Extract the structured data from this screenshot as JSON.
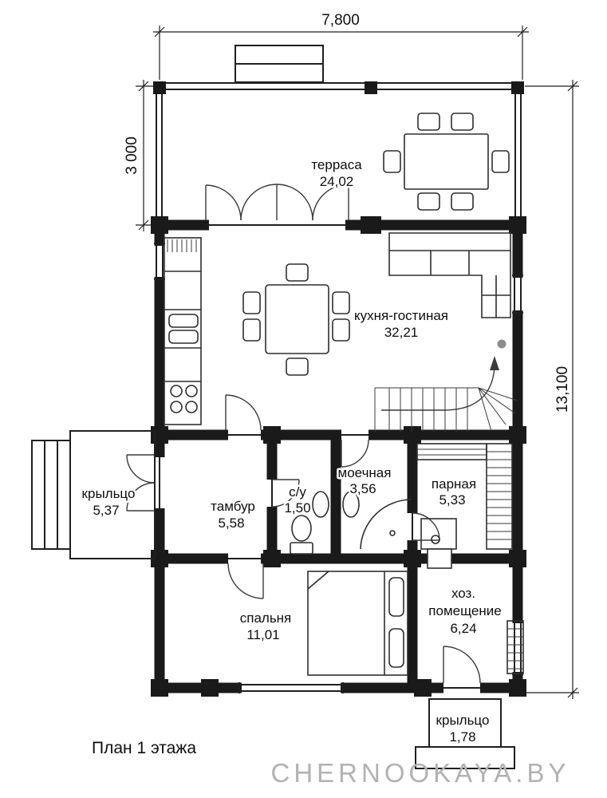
{
  "page": {
    "title": "План 1 этажа",
    "watermark": "CHERNOOKAYA.BY"
  },
  "dimensions": {
    "width_top": "7,800",
    "terrace_depth": "3 000",
    "height_right": "13,100"
  },
  "rooms": {
    "terrace": {
      "name": "терраса",
      "area": "24,02"
    },
    "kitchen_living": {
      "name": "кухня-гостиная",
      "area": "32,21"
    },
    "porch_left": {
      "name": "крыльцо",
      "area": "5,37"
    },
    "vestibule": {
      "name": "тамбур",
      "area": "5,58"
    },
    "wc": {
      "name": "с/у",
      "area": "1,50"
    },
    "washroom": {
      "name": "моечная",
      "area": "3,56"
    },
    "steam_room": {
      "name": "парная",
      "area": "5,33"
    },
    "bedroom": {
      "name": "спальня",
      "area": "11,01"
    },
    "utility": {
      "name_line1": "хоз.",
      "name_line2": "помещение",
      "area": "6,24"
    },
    "porch_bottom": {
      "name": "крыльцо",
      "area": "1,78"
    }
  }
}
